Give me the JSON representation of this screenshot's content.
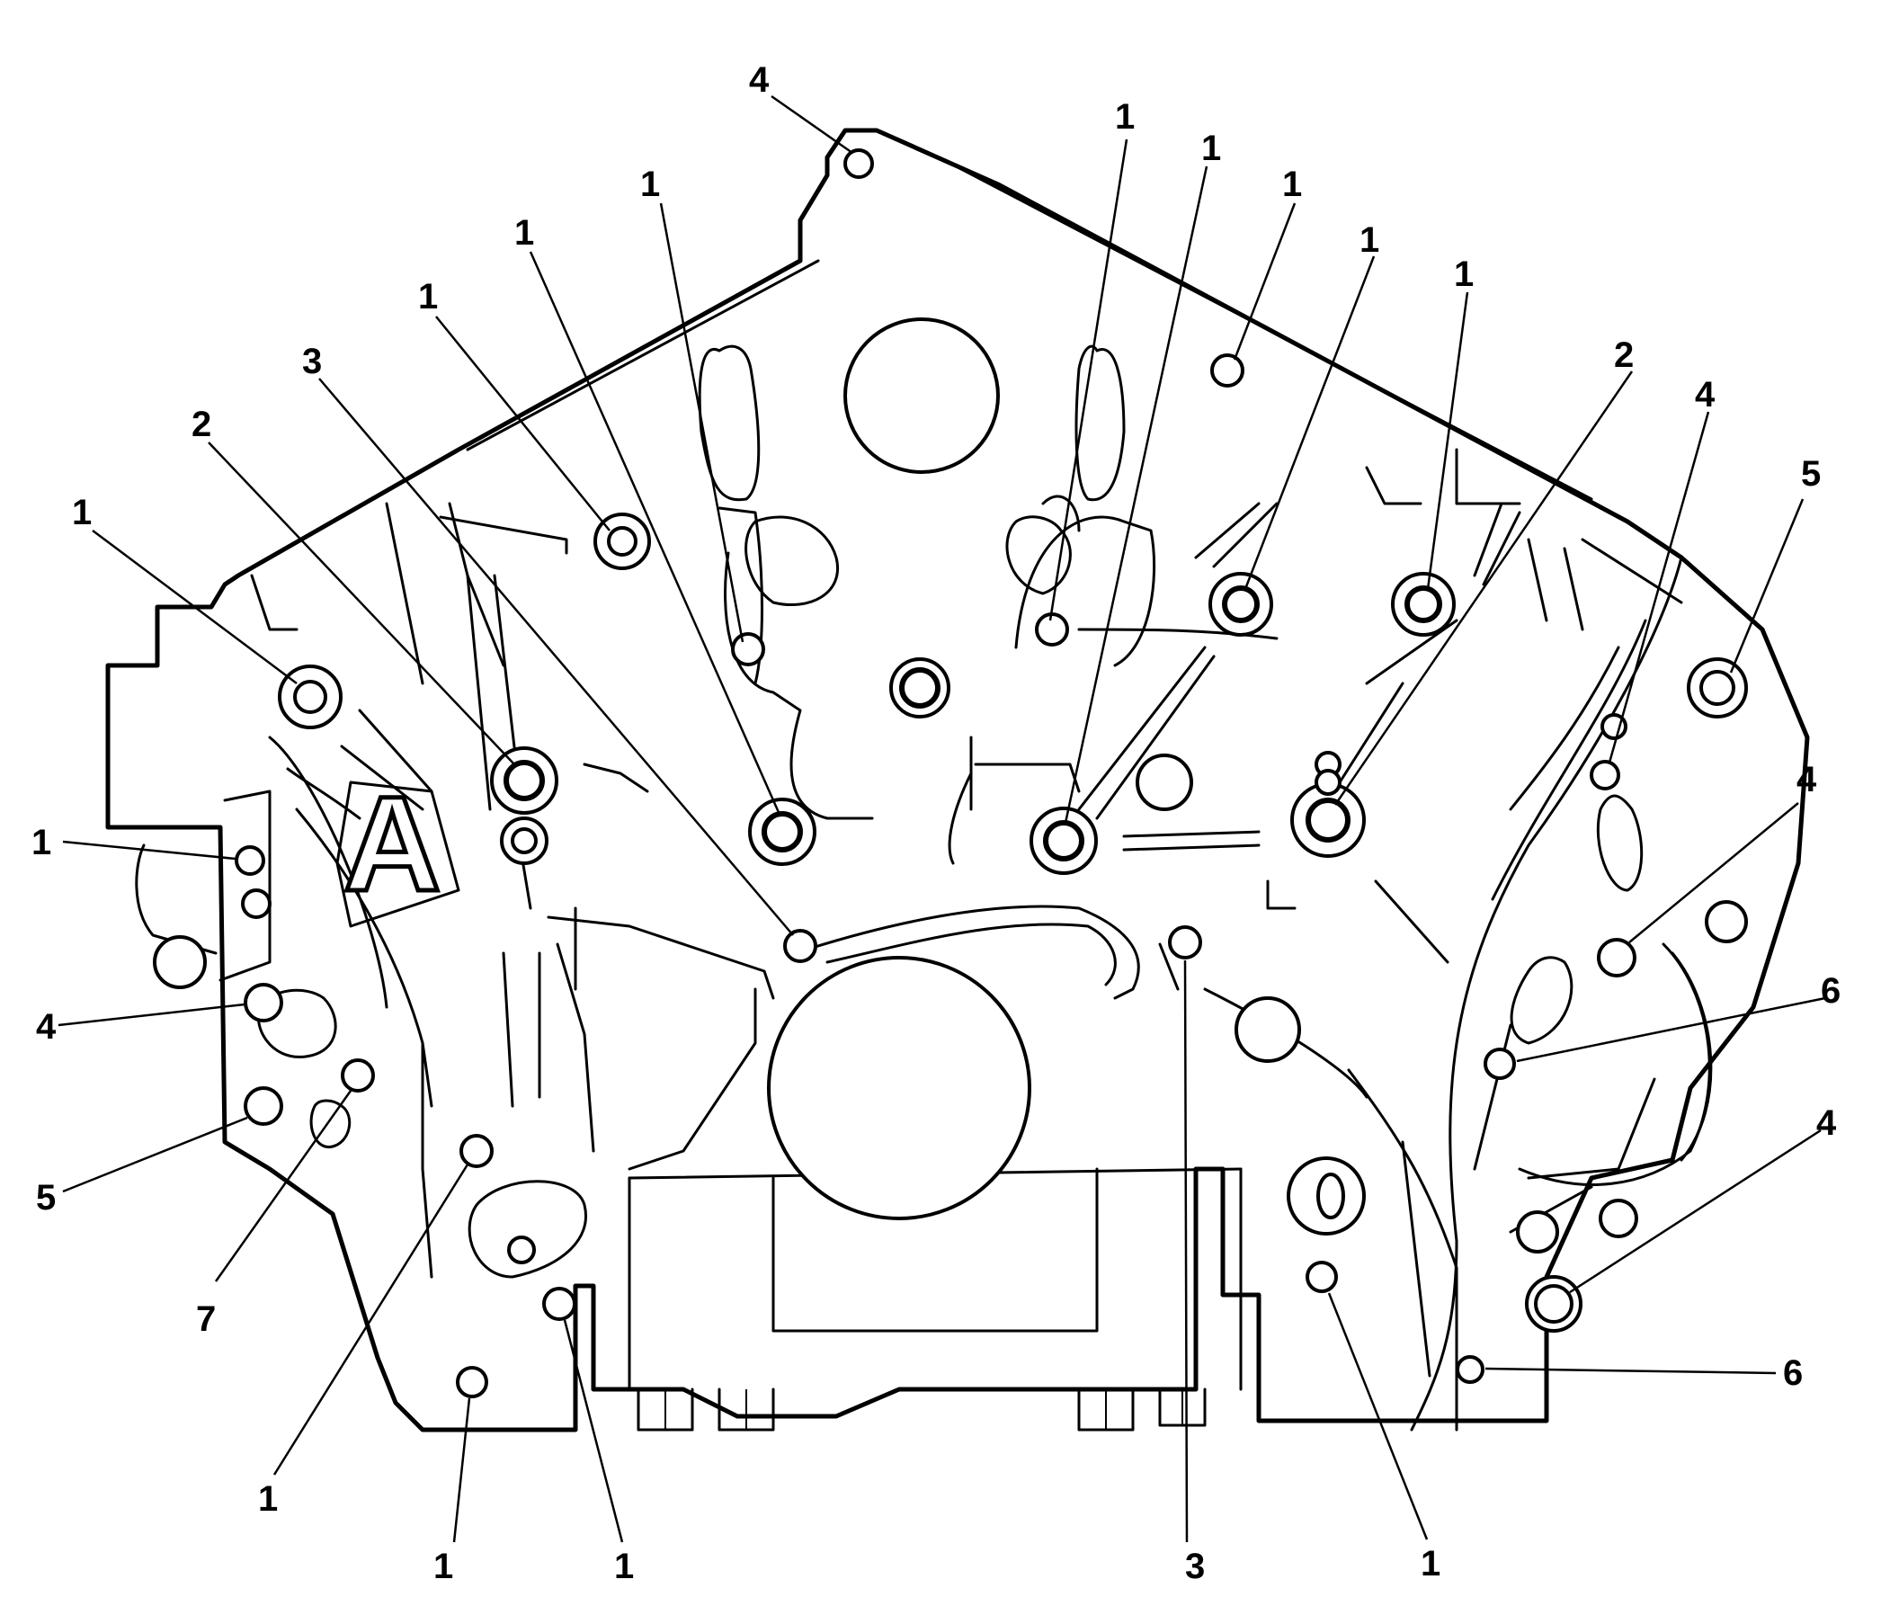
{
  "figure": {
    "view_marker": "A",
    "callouts": [
      "4",
      "1",
      "1",
      "1",
      "1",
      "1",
      "1",
      "1",
      "1",
      "3",
      "2",
      "1",
      "2",
      "4",
      "5",
      "1",
      "4",
      "5",
      "7",
      "4",
      "6",
      "4",
      "6",
      "1",
      "1",
      "1",
      "1",
      "3",
      "1"
    ]
  }
}
